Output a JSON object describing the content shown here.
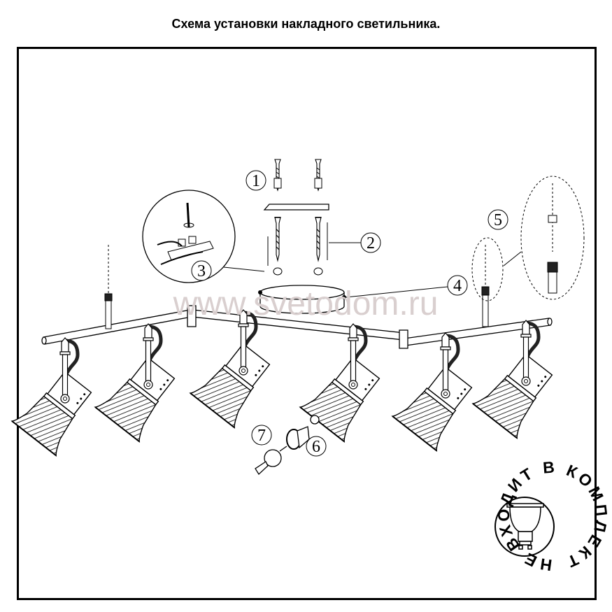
{
  "title": "Схема установки накладного светильника.",
  "watermark": "www.svetodom.ru",
  "callouts": [
    "1",
    "2",
    "3",
    "4",
    "5",
    "6",
    "7"
  ],
  "stamp": {
    "text": "НЕ ВХОДИТ В КОМПЛЕКТ",
    "icon": "gu10-bulb-icon"
  }
}
